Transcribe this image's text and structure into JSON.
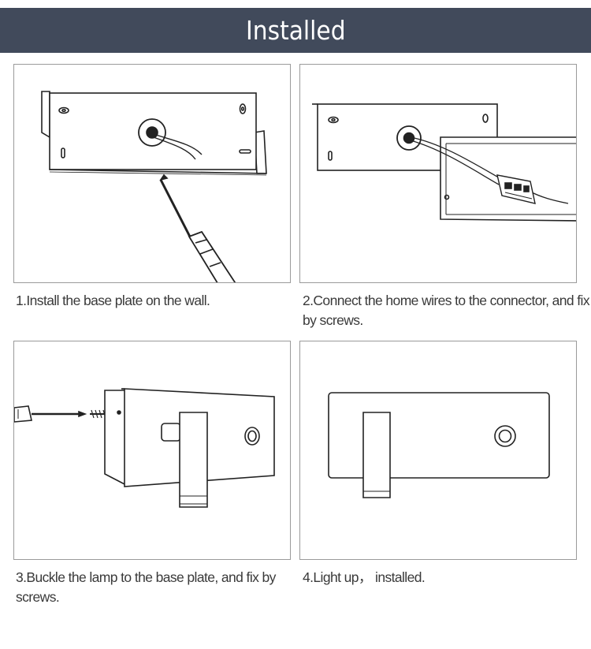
{
  "header": {
    "title": "Installed",
    "color": "#414a5b"
  },
  "steps": [
    {
      "caption": "1.Install the base plate on the wall."
    },
    {
      "caption": "2.Connect the home wires to the connector, and fix by screws."
    },
    {
      "caption": "3.Buckle the lamp to the base plate, and fix by screws."
    },
    {
      "caption": "4.Light up， installed."
    }
  ]
}
